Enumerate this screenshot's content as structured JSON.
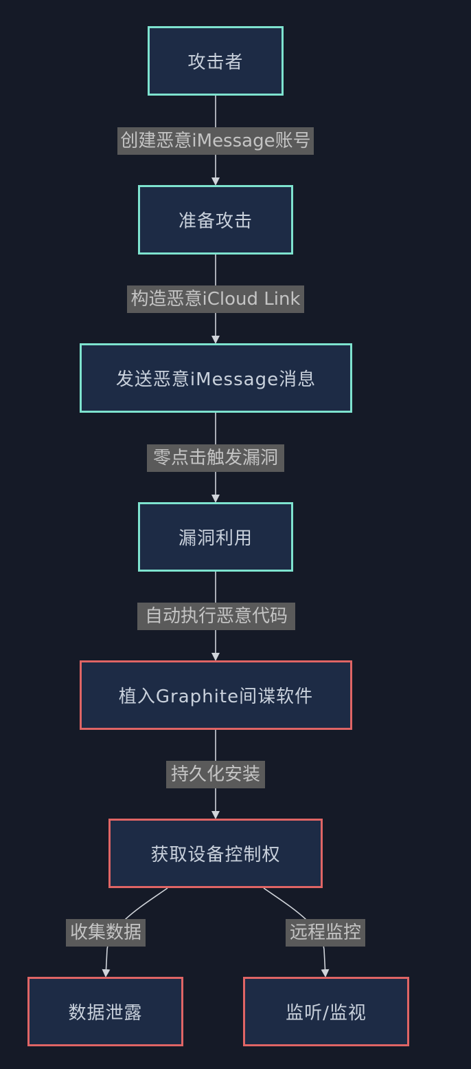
{
  "nodes": {
    "attacker": "攻击者",
    "prepare": "准备攻击",
    "send": "发送恶意iMessage消息",
    "exploit": "漏洞利用",
    "implant": "植入Graphite间谍软件",
    "control": "获取设备控制权",
    "leak": "数据泄露",
    "monitor": "监听/监视"
  },
  "edges": {
    "e1": "创建恶意iMessage账号",
    "e2": "构造恶意iCloud Link",
    "e3": "零点击触发漏洞",
    "e4": "自动执行恶意代码",
    "e5": "持久化安装",
    "e6": "收集数据",
    "e7": "远程监控"
  },
  "colors": {
    "background": "#151a27",
    "node_fill": "#1d2b45",
    "attack_stage_border": "#7ee3cf",
    "compromise_stage_border": "#e06565",
    "edge_line": "#d0d4da",
    "edge_label_bg": "#5a5a5a"
  }
}
